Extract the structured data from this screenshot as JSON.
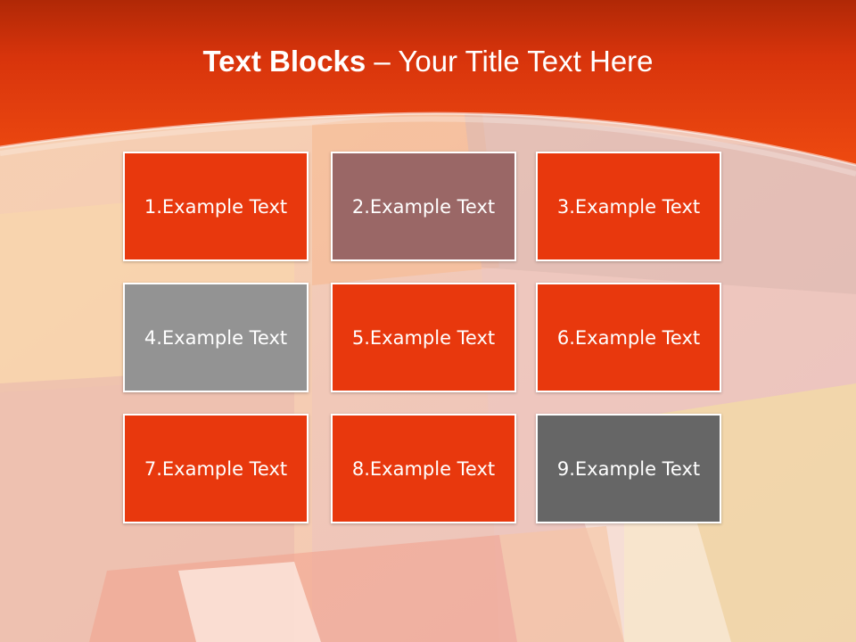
{
  "title": {
    "bold": "Text Blocks",
    "separator": " – ",
    "rest": "Your Title Text Here"
  },
  "blocks": [
    {
      "label": "1.Example Text",
      "color": "#e8380d"
    },
    {
      "label": "2.Example Text",
      "color": "#9a6766"
    },
    {
      "label": "3.Example Text",
      "color": "#e8380d"
    },
    {
      "label": "4.Example Text",
      "color": "#939393"
    },
    {
      "label": "5.Example Text",
      "color": "#e8380d"
    },
    {
      "label": "6.Example Text",
      "color": "#e8380d"
    },
    {
      "label": "7.Example Text",
      "color": "#e8380d"
    },
    {
      "label": "8.Example Text",
      "color": "#e8380d"
    },
    {
      "label": "9.Example Text",
      "color": "#666666"
    }
  ],
  "colors": {
    "header": "#e63a0e",
    "header_dark": "#b52a06"
  }
}
